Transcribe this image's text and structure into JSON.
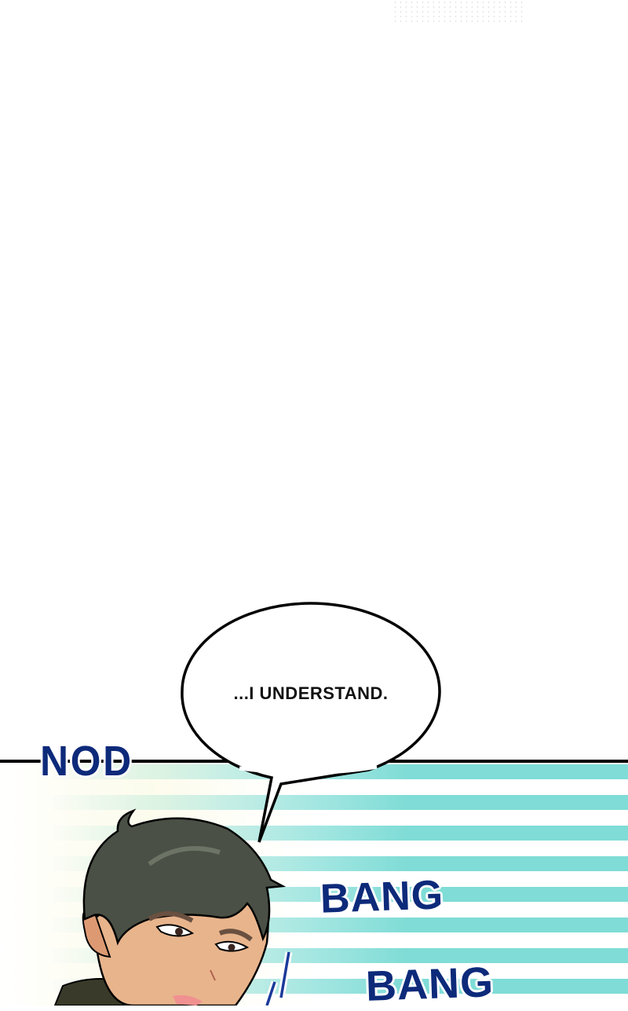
{
  "speech_bubble": {
    "text": "...I UNDERSTAND."
  },
  "sound_effects": {
    "nod": "NOD",
    "bang_1": "BANG",
    "bang_2": "BANG"
  },
  "colors": {
    "stripe": "#7fdcd6",
    "sfx": "#0d2a7a",
    "hair": "#4a5045",
    "skin": "#e8b48c"
  }
}
